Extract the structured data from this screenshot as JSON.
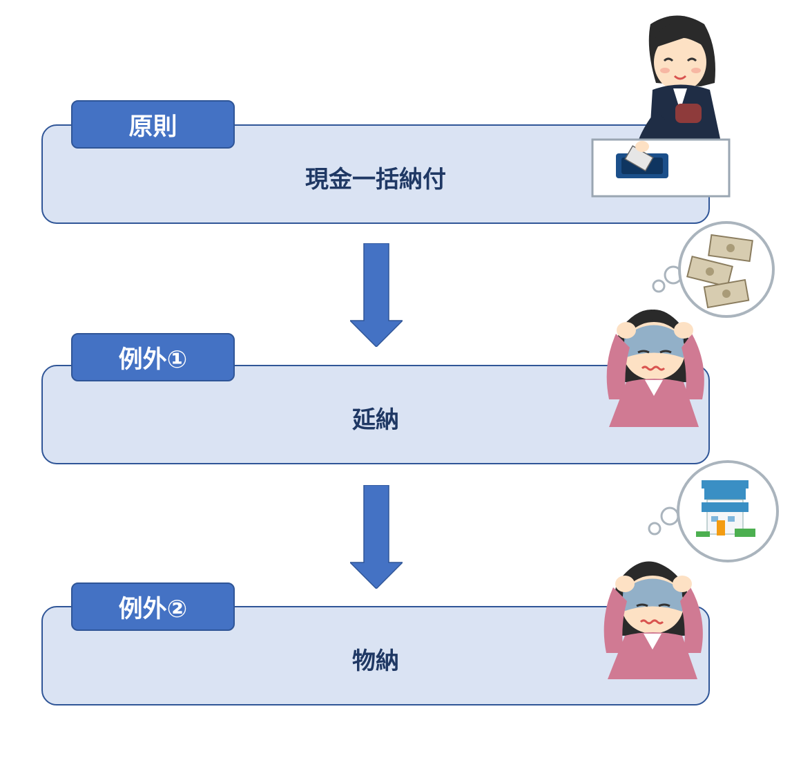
{
  "colors": {
    "box_fill": "#dae3f3",
    "box_border": "#2f5597",
    "tag_fill": "#4472c4",
    "arrow_fill": "#4472c4",
    "text_dark": "#1f3864"
  },
  "steps": [
    {
      "tag": "原則",
      "label": "現金一括納付",
      "illustration": "woman-paying-cash-icon"
    },
    {
      "tag": "例外①",
      "label": "延納",
      "illustration": "worried-woman-thinking-money-icon"
    },
    {
      "tag": "例外②",
      "label": "物納",
      "illustration": "worried-woman-thinking-house-icon"
    }
  ]
}
